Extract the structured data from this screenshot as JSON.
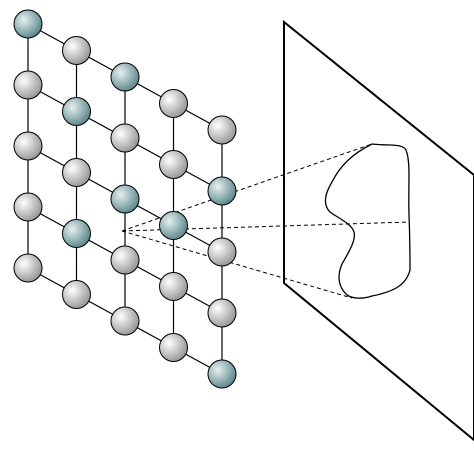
{
  "diagram": {
    "colors": {
      "background": "#ffffff",
      "stroke": "#000000",
      "atom_gray_light": "#ffffff",
      "atom_gray_dark": "#8c8c8c",
      "atom_teal_light": "#e6f0f0",
      "atom_teal_dark": "#4f7d80"
    },
    "lattice": {
      "rows": 5,
      "columns": 5,
      "atom_types": [
        [
          "teal",
          "gray",
          "teal",
          "gray",
          "gray"
        ],
        [
          "gray",
          "teal",
          "gray",
          "gray",
          "teal"
        ],
        [
          "gray",
          "gray",
          "teal",
          "teal",
          "gray"
        ],
        [
          "gray",
          "teal",
          "gray",
          "gray",
          "gray"
        ],
        [
          "gray",
          "gray",
          "gray",
          "gray",
          "teal"
        ]
      ],
      "selected_atom": {
        "row": 2,
        "column": 2
      }
    },
    "projection_plane": {
      "shape": "trapezoid"
    },
    "projected_region": {
      "shape": "irregular-blob"
    }
  }
}
